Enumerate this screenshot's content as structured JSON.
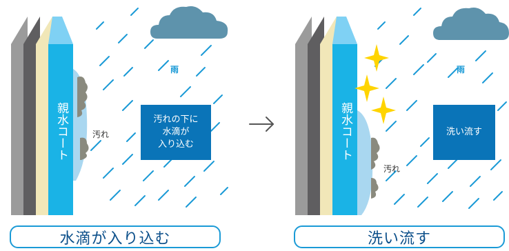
{
  "panels": [
    {
      "coat_label": "親水コート",
      "rain_label": "雨",
      "dirt_label": "汚れ",
      "box_text": "汚れの下に\n水滴が\n入り込む",
      "caption": "水滴が入り込む"
    },
    {
      "coat_label": "親水コート",
      "rain_label": "雨",
      "dirt_label": "汚れ",
      "box_text": "洗い流す",
      "caption": "洗い流す"
    }
  ],
  "arrow_glyph": "→",
  "colors": {
    "layer_gray": "#9b9b9b",
    "layer_dark": "#5f5e60",
    "layer_cream": "#f1e7b8",
    "coat_blue": "#1ab3e6",
    "coat_light": "#7fd1f4",
    "rain": "#1a9ad6",
    "cloud": "#5e93ac",
    "box": "#0a74b8",
    "caption_border": "#1a9ad6",
    "caption_text": "#0b4f8a",
    "sparkle": "#ffd400"
  }
}
